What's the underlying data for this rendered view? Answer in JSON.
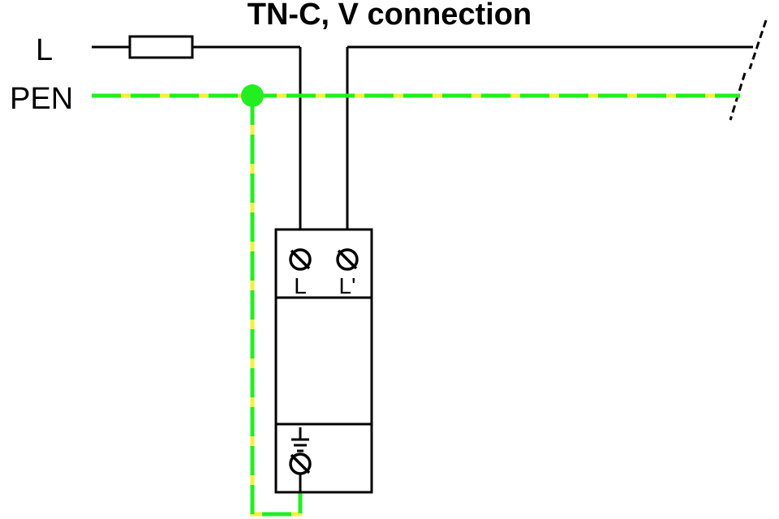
{
  "title": "TN-C, V connection",
  "rails": {
    "line": "L",
    "pen": "PEN"
  },
  "device": {
    "terminal_in": "L",
    "terminal_out": "L'"
  },
  "colors": {
    "pen_green": "#22ee22",
    "pen_yellow": "#f2f23a",
    "wire": "#000000"
  }
}
